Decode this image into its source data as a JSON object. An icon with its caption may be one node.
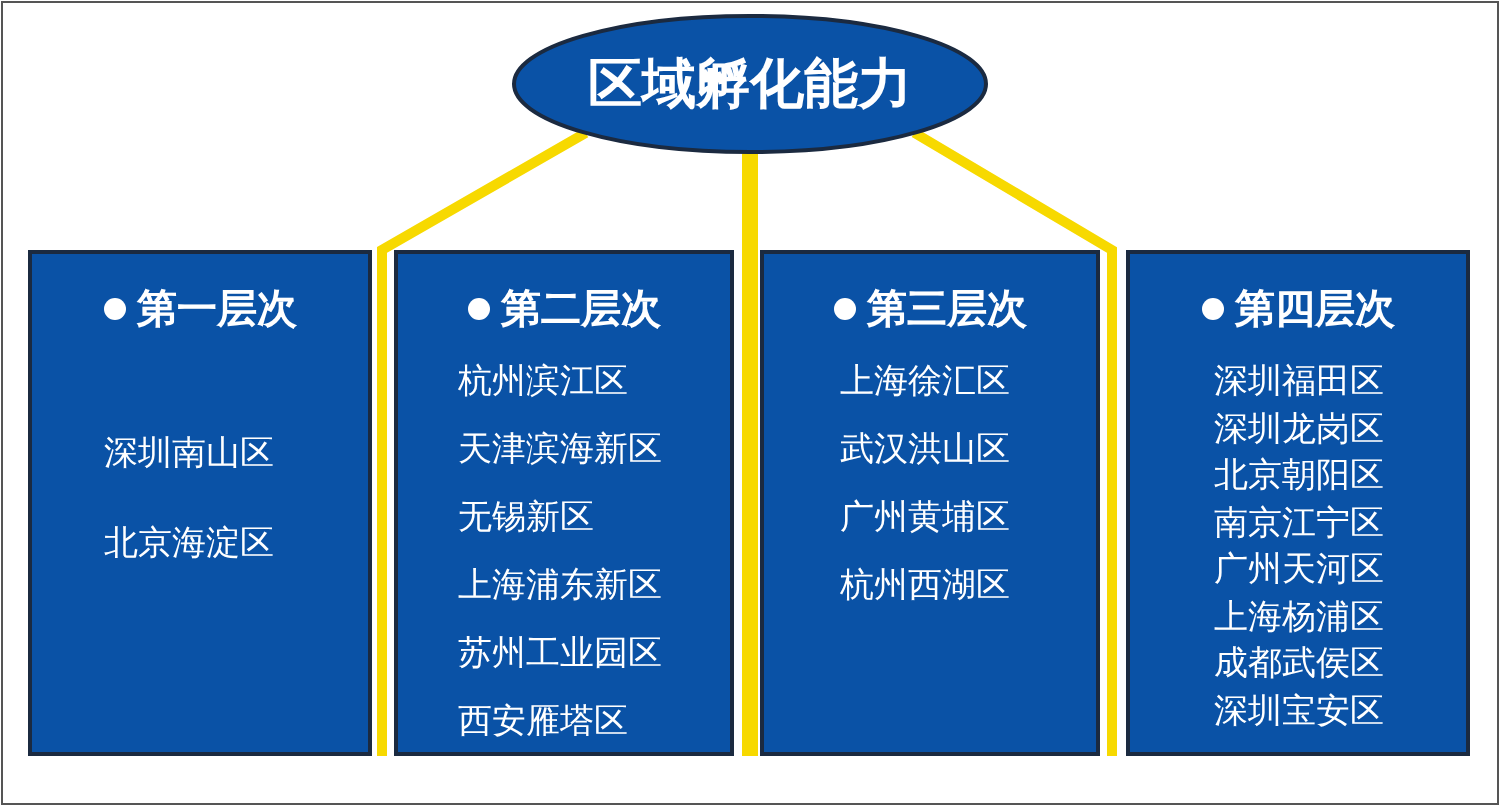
{
  "diagram": {
    "nodes": [
      {
        "text": [
          "区域孵化能力"
        ]
      },
      {
        "text": [
          "第一层次",
          "深圳南山区",
          "北京海淀区"
        ]
      },
      {
        "text": [
          "第二层次",
          "杭州滨江区",
          "天津滨海新区",
          "无锡新区",
          "上海浦东新区",
          "苏州工业园区",
          "西安雁塔区"
        ]
      },
      {
        "text": [
          "第三层次",
          "上海徐汇区",
          "武汉洪山区",
          "广州黄埔区",
          "杭州西湖区"
        ]
      },
      {
        "text": [
          "第四层次",
          "深圳福田区",
          "深圳龙岗区",
          "北京朝阳区",
          "南京江宁区",
          "广州天河区",
          "上海杨浦区",
          "成都武侯区",
          "深圳宝安区"
        ]
      }
    ],
    "edges": [
      {
        "from": 0,
        "to": 1,
        "arrow": "none",
        "color": "#f7d900"
      },
      {
        "from": 0,
        "to": 2,
        "arrow": "none",
        "color": "#f7d900"
      },
      {
        "from": 0,
        "to": 3,
        "arrow": "none",
        "color": "#f7d900"
      }
    ]
  }
}
